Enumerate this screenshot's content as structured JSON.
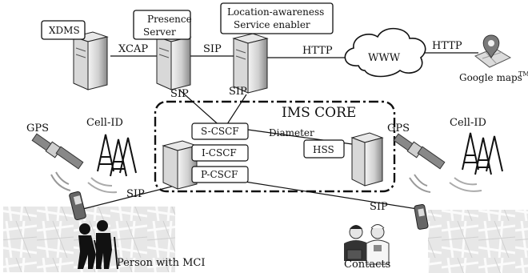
{
  "nodes": {
    "xdms": "XDMS",
    "presence": [
      "Presence",
      "Server"
    ],
    "location": [
      "Location-awareness",
      "Service enabler"
    ],
    "www": "WWW",
    "google": "Google maps",
    "google_tm": "TM",
    "s_cscf": "S-CSCF",
    "i_cscf": "I-CSCF",
    "p_cscf": "P-CSCF",
    "hss": "HSS",
    "ims_core": "IMS CORE"
  },
  "links": {
    "xcap": "XCAP",
    "sip_presence_location": "SIP",
    "http_location_www": "HTTP",
    "http_www_google": "HTTP",
    "sip_presence_core": "SIP",
    "sip_location_core": "SIP",
    "diameter": "Diameter",
    "sip_left_phone": "SIP",
    "sip_right_phone": "SIP"
  },
  "left_side": {
    "gps": "GPS",
    "cell_id": "Cell-ID",
    "person": "Person with MCI"
  },
  "right_side": {
    "gps": "GPS",
    "cell_id": "Cell-ID",
    "contacts": "Contacts"
  }
}
